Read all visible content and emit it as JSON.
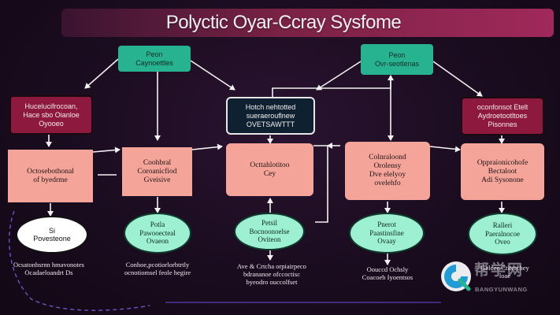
{
  "title": "Polyctic Oyar-Ccray Sysfome",
  "top_boxes": [
    {
      "id": "t1",
      "lines": [
        "Peon",
        "Caynoettles"
      ]
    },
    {
      "id": "t2",
      "lines": [
        "Peon",
        "Ovr-seotlenas"
      ]
    }
  ],
  "header_boxes": [
    {
      "id": "h1",
      "lines": [
        "Hucelucifrocoan,",
        "Hace sbo Oianloe",
        "Oyooeo"
      ]
    },
    {
      "id": "h2",
      "lines": [
        "Hotch nehtotted",
        "sueraerouflnew",
        "OVETSAWTTT"
      ]
    },
    {
      "id": "h3",
      "lines": [
        "oconfonsot Etelt",
        "Aydroetootltoes",
        "Pisonnes"
      ]
    }
  ],
  "mid_boxes": [
    {
      "id": "m1",
      "lines": [
        "Octosebothonal",
        "of byedrme"
      ]
    },
    {
      "id": "m2",
      "lines": [
        "Coohbral",
        "Coroanicfiod",
        "Gveisive"
      ]
    },
    {
      "id": "m3",
      "lines": [
        "Octtahlotitoo",
        "Cey"
      ]
    },
    {
      "id": "m4",
      "lines": [
        "Colnraloond",
        "Orolensy",
        "Dve elelyoy",
        "ovelehfo"
      ]
    },
    {
      "id": "m5",
      "lines": [
        "Oppraionicohofe",
        "Bectaloot",
        "Adi Sysonone"
      ]
    }
  ],
  "pills": [
    {
      "id": "p1",
      "lines": [
        "Si",
        "Povesteone"
      ]
    },
    {
      "id": "p2",
      "lines": [
        "Potla",
        "Pawooecteal",
        "Ovaeon"
      ]
    },
    {
      "id": "p3",
      "lines": [
        "Petsil",
        "Bocnoonoelse",
        "Oviteon"
      ]
    },
    {
      "id": "p4",
      "lines": [
        "Pnerot",
        "Paastinsfine",
        "Ovaay"
      ]
    },
    {
      "id": "p5",
      "lines": [
        "Ralleri",
        "Paeralnocoe",
        "Oveo"
      ]
    }
  ],
  "captions": [
    {
      "id": "c1",
      "lines": [
        "Ocsatonhsrnn hmavonotes",
        "Ocadaeloandrt Ds"
      ]
    },
    {
      "id": "c2",
      "lines": [
        "Conhoe,pcotiorlorbtrtly",
        "ocnotiomsel feole hegire"
      ]
    },
    {
      "id": "c3",
      "lines": [
        "Ave & Crtcha orpiairpeco",
        "bdrananoe ofccoctisc",
        "byeodro ouccolfset"
      ]
    },
    {
      "id": "c4",
      "lines": [
        "Oouccd Ochsly",
        "Coacoeb Iyoentsos"
      ]
    },
    {
      "id": "c5",
      "lines": [
        "Geloee Ctiterchey",
        "loae"
      ]
    }
  ],
  "watermark": {
    "cn": "帮学网",
    "en": "BANGYUNWANG"
  },
  "colors": {
    "teal": "#27b38f",
    "maroon": "#8d1a3e",
    "navy": "#0f2030",
    "salmon": "#f5a49a",
    "mint": "#9df0d2",
    "background": "#1a0c1f"
  }
}
